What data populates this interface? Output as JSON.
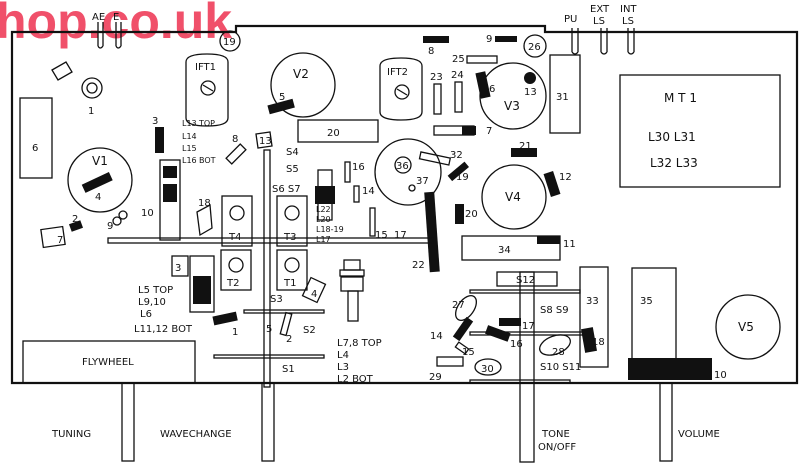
{
  "watermark": "hop.co.uk",
  "top_terminals": {
    "ae": "AE",
    "e": "E",
    "pu": "PU",
    "ext": "EXT",
    "ext_ls": "LS",
    "int": "INT",
    "int_ls": "LS"
  },
  "valves": {
    "v1": "V1",
    "v2": "V2",
    "v3": "V3",
    "v4": "V4",
    "v5": "V5"
  },
  "ift": {
    "ift1": "IFT1",
    "ift2": "IFT2"
  },
  "transformer": {
    "name": "M T 1",
    "line1": "L30  L31",
    "line2": "L32  L33"
  },
  "switches": {
    "s1": "S1",
    "s2": "S2",
    "s3": "S3",
    "s4": "S4",
    "s5": "S5",
    "s6s7": "S6 S7",
    "s8s9": "S8 S9",
    "s10s11": "S10 S11",
    "s12": "S12"
  },
  "coils": {
    "t1": "T1",
    "t2": "T2",
    "t3": "T3",
    "t4": "T4"
  },
  "coil_notes": {
    "l13": "L13",
    "top": "TOP",
    "l14": "L14",
    "l15": "L15",
    "l16": "L16",
    "bot": "BOT",
    "l5": "L5 TOP",
    "l9": "L9,10",
    "l6": "L6",
    "l11": "L11,12 BOT",
    "l22": "L22",
    "l20": "L20",
    "l18": "L18-19",
    "l17": "L17",
    "l78": "L7,8 TOP",
    "l4": "L4",
    "l3": "L3",
    "l2": "L2 BOT"
  },
  "flywheel": "FLYWHEEL",
  "controls": {
    "tuning": "TUNING",
    "wavechange": "WAVECHANGE",
    "tone1": "TONE",
    "tone2": "ON/OFF",
    "volume": "VOLUME"
  },
  "numbers": [
    "1",
    "2",
    "3",
    "4",
    "5",
    "6",
    "7",
    "8",
    "9",
    "10",
    "11",
    "12",
    "13",
    "14",
    "15",
    "16",
    "17",
    "18",
    "19",
    "20",
    "21",
    "22",
    "23",
    "24",
    "25",
    "26",
    "27",
    "28",
    "29",
    "30",
    "31",
    "32",
    "33",
    "34",
    "35",
    "36",
    "37"
  ]
}
